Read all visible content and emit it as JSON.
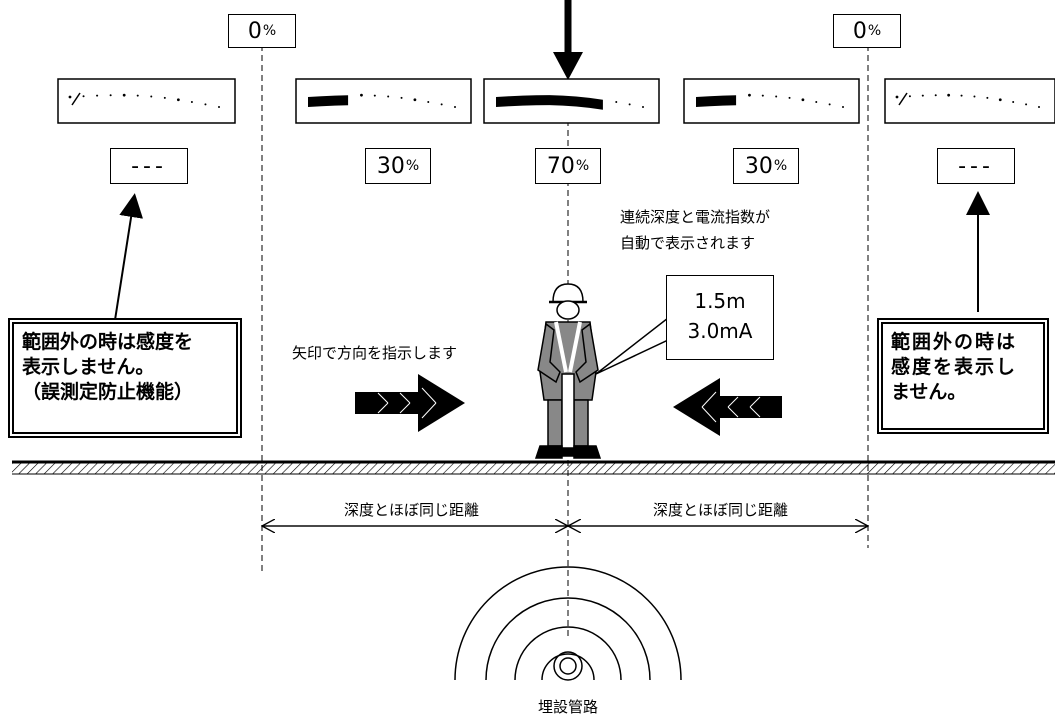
{
  "percent_boxes": {
    "left_edge": "0",
    "right_edge": "0",
    "left_mid": "30",
    "center": "70",
    "right_mid": "30",
    "unit": "%"
  },
  "dash_readouts": {
    "left": "---",
    "right": "---"
  },
  "notes": {
    "left": [
      "範囲外の時は感度を",
      "表示しません。",
      "（誤測定防止機能）"
    ],
    "right": [
      "範囲外の時は",
      "感度を表示し",
      "ません。"
    ]
  },
  "labels": {
    "continuous": [
      "連続深度と電流指数が",
      "自動で表示されます"
    ],
    "arrow_instruction": "矢印で方向を指示します",
    "distance_left": "深度とほぼ同じ距離",
    "distance_right": "深度とほぼ同じ距離",
    "pipe": "埋設管路"
  },
  "readout": {
    "depth": "1.5",
    "depth_unit": "m",
    "current": "3.0mA"
  },
  "meters": [
    {
      "position": "far-left",
      "fill_fraction": 0
    },
    {
      "position": "left",
      "fill_fraction": 0.3
    },
    {
      "position": "center",
      "fill_fraction": 0.7
    },
    {
      "position": "right",
      "fill_fraction": 0.3
    },
    {
      "position": "far-right",
      "fill_fraction": 0
    }
  ]
}
